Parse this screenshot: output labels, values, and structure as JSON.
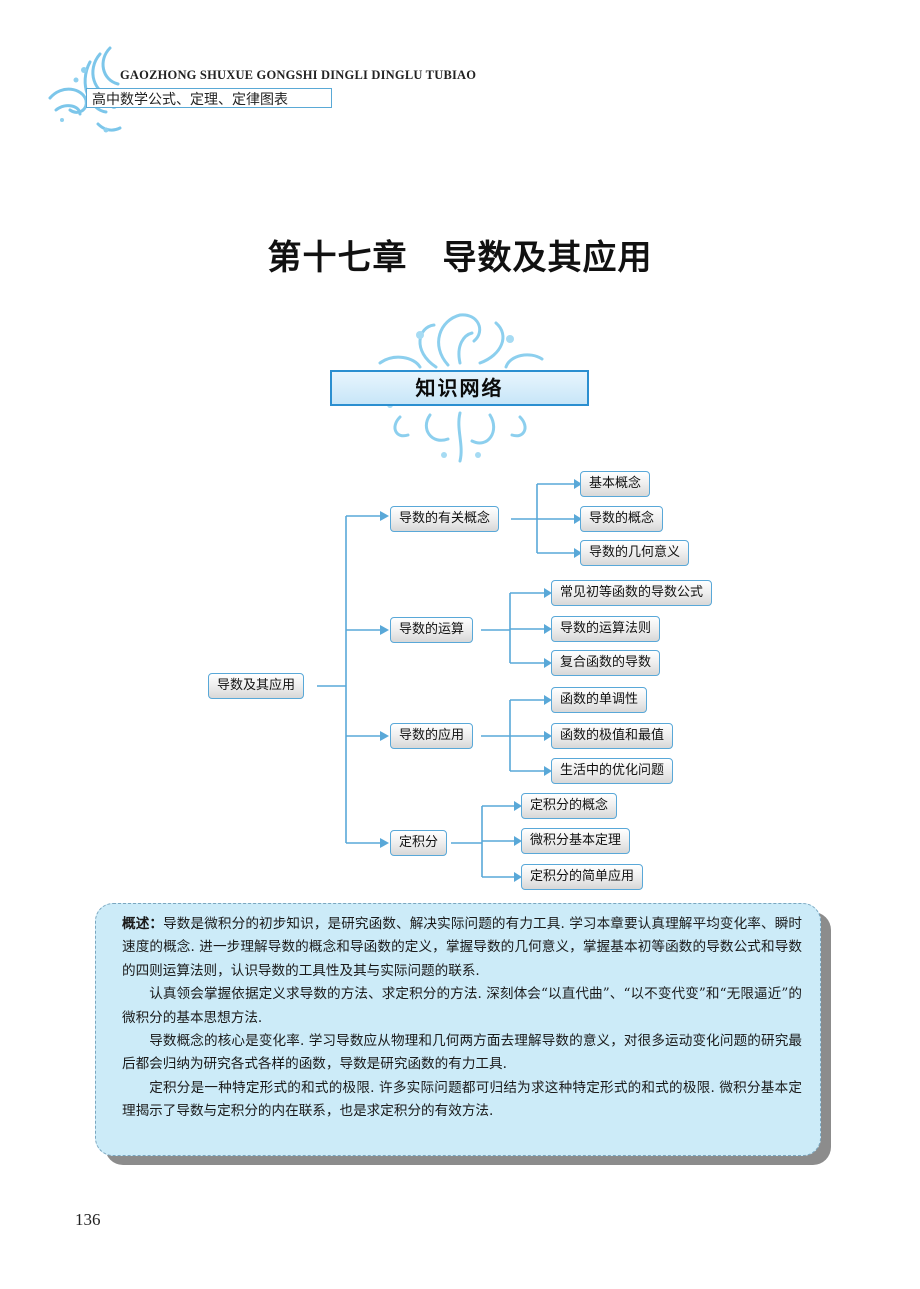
{
  "header": {
    "series_en": "GAOZHONG SHUXUE GONGSHI DINGLI DINGLU TUBIAO",
    "series_cn": "高中数学公式、定理、定律图表"
  },
  "chapter_title": "第十七章　导数及其应用",
  "banner_label": "知识网络",
  "mindmap": {
    "root": "导数及其应用",
    "branches": [
      {
        "label": "导数的有关概念",
        "children": [
          "基本概念",
          "导数的概念",
          "导数的几何意义"
        ]
      },
      {
        "label": "导数的运算",
        "children": [
          "常见初等函数的导数公式",
          "导数的运算法则",
          "复合函数的导数"
        ]
      },
      {
        "label": "导数的应用",
        "children": [
          "函数的单调性",
          "函数的极值和最值",
          "生活中的优化问题"
        ]
      },
      {
        "label": "定积分",
        "children": [
          "定积分的概念",
          "微积分基本定理",
          "定积分的简单应用"
        ]
      }
    ]
  },
  "summary": {
    "lead": "概述：",
    "p1": "导数是微积分的初步知识，是研究函数、解决实际问题的有力工具. 学习本章要认真理解平均变化率、瞬时速度的概念. 进一步理解导数的概念和导函数的定义，掌握导数的几何意义，掌握基本初等函数的导数公式和导数的四则运算法则，认识导数的工具性及其与实际问题的联系.",
    "p2": "认真领会掌握依据定义求导数的方法、求定积分的方法. 深刻体会“以直代曲”、“以不变代变”和“无限逼近”的微积分的基本思想方法.",
    "p3": "导数概念的核心是变化率. 学习导数应从物理和几何两方面去理解导数的意义，对很多运动变化问题的研究最后都会归纳为研究各式各样的函数，导数是研究函数的有力工具.",
    "p4": "定积分是一种特定形式的和式的极限. 许多实际问题都可归结为求这种特定形式的和式的极限. 微积分基本定理揭示了导数与定积分的内在联系，也是求定积分的有效方法."
  },
  "page_number": "136",
  "colors": {
    "accent": "#2b8fd0",
    "connector": "#59a8d8",
    "summary_bg": "#ccebf8"
  }
}
